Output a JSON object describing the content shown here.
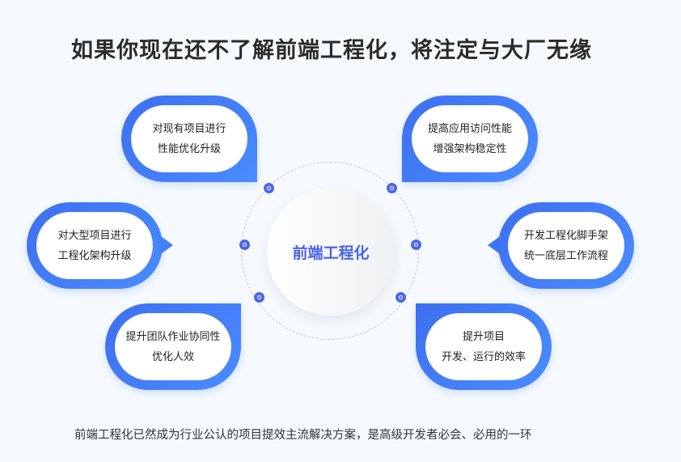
{
  "title": "如果你现在还不了解前端工程化，将注定与大厂无缘",
  "center": "前端工程化",
  "bubbles": [
    {
      "line1": "对现有项目进行",
      "line2": "性能优化升级"
    },
    {
      "line1": "提高应用访问性能",
      "line2": "增强架构稳定性"
    },
    {
      "line1": "对大型项目进行",
      "line2": "工程化架构升级"
    },
    {
      "line1": "开发工程化脚手架",
      "line2": "统一底层工作流程"
    },
    {
      "line1": "提升团队作业协同性",
      "line2": "优化人效"
    },
    {
      "line1": "提升项目",
      "line2": "开发、运行的效率"
    }
  ],
  "footer": "前端工程化已然成为行业公认的项目提效主流解决方案，是高级开发者必会、必用的一环",
  "colors": {
    "accent": "#4a62ee",
    "bubble": "#4580f8"
  }
}
